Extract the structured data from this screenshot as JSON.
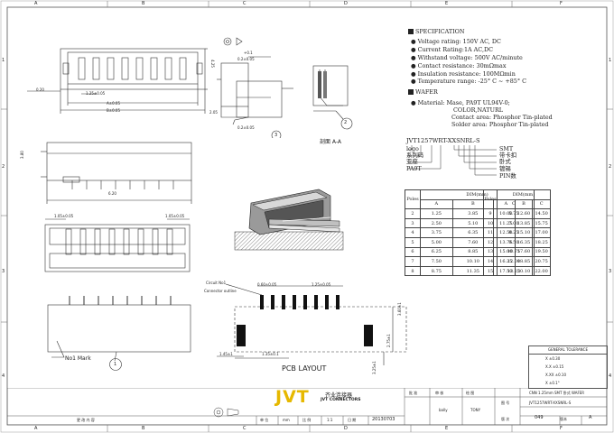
{
  "frame": {
    "col_labels": [
      "A",
      "B",
      "C",
      "D",
      "E",
      "F"
    ],
    "row_labels": [
      "1",
      "2",
      "3",
      "4"
    ]
  },
  "spec": {
    "title": "SPECIFICATION",
    "lines": [
      "Voltage rating: 150V AC, DC",
      "Current Rating:1A AC,DC",
      "Withstand voltage: 500V AC/minute",
      "Contact resistance: 30mΩmax",
      "Insulation resistance: 100MΩmin",
      "Temperature range: -25° C ~ +85° C"
    ],
    "wafer_title": "WAFER",
    "material_lines": [
      "Material: Mase, PA9T UL94V-0;",
      "COLOR,NATURL",
      "Contact area: Phosphor Tin-plated",
      "Solder area: Phosphor Tin-plated"
    ]
  },
  "part_number": {
    "code": "JVT1257WRT-XXSNRL-S",
    "left_labels": [
      "logo",
      "系列码",
      "亚座",
      "PA9T"
    ],
    "right_labels": [
      "SMT",
      "带卡扣",
      "卧式",
      "镀锡",
      "PIN数"
    ]
  },
  "dim_table": {
    "poles_label": "Poles",
    "dim_label": "DIM(mm)",
    "cols": [
      "A",
      "B",
      "C"
    ],
    "rows_left": [
      [
        "2",
        "1.25",
        "3.85",
        "5.75"
      ],
      [
        "3",
        "2.50",
        "5.10",
        "7.00"
      ],
      [
        "4",
        "3.75",
        "6.35",
        "8.25"
      ],
      [
        "5",
        "5.00",
        "7.60",
        "9.50"
      ],
      [
        "6",
        "6.25",
        "8.85",
        "10.75"
      ],
      [
        "7",
        "7.50",
        "10.10",
        "12.00"
      ],
      [
        "8",
        "8.75",
        "11.35",
        "13.25"
      ]
    ],
    "rows_right": [
      [
        "9",
        "10.00",
        "12.60",
        "14.50"
      ],
      [
        "10",
        "11.25",
        "13.85",
        "15.75"
      ],
      [
        "11",
        "12.50",
        "15.10",
        "17.00"
      ],
      [
        "12",
        "13.75",
        "16.35",
        "18.25"
      ],
      [
        "13",
        "15.00",
        "17.60",
        "19.50"
      ],
      [
        "14",
        "16.25",
        "18.85",
        "20.75"
      ],
      [
        "15",
        "17.50",
        "20.10",
        "22.00"
      ]
    ]
  },
  "annotations": {
    "section": "剖面 A-A",
    "no1_mark": "No1 Mark",
    "circuit_no1": "Circuit No1",
    "connector_outline": "Connector outline",
    "pcb_layout": "PCB LAYOUT",
    "balloon_1": "1",
    "balloon_2": "2",
    "balloon_3": "3",
    "dim_top_view": [
      "1.25±0.05",
      "A±0.05",
      "B±0.05",
      "4.25",
      "0.20"
    ],
    "dim_front": [
      "1.05±0.05",
      "1.05±0.05",
      "6.20",
      "3.80"
    ],
    "dim_pcb": [
      "0.60±0.05",
      "1.25±0.05",
      "1.35±0.1",
      "1.45±1",
      "3.60±1",
      "2.75±1",
      "3.25±1"
    ],
    "side_dims": [
      "0.2±0.05",
      "0.2±0.05",
      "+0.1",
      "2.05"
    ]
  },
  "tolerance": {
    "title": "GENERAL TOLERANCE",
    "rows": [
      "X   ±0.30",
      "X.X   ±0.15",
      "X.XX   ±0.10",
      "X   ±0.1°"
    ]
  },
  "title_block": {
    "logo": "JVT",
    "company_cn": "齐业连接器",
    "company_en": "JVT CONNECTORS",
    "approve": "批 准",
    "review": "审 核",
    "draw": "绘 图",
    "reviewer": "bally",
    "drawer": "TONY",
    "description": "CNN 1.25mm SMT 卧式 WAFER",
    "part": "JVT1257WRT-XXSNRL-S",
    "doc_no_label": "图 号",
    "sheet_label": "版 次",
    "sheet_no": "049",
    "version_label": "版本",
    "version": "A",
    "unit_label": "单 位",
    "unit": "mm",
    "scale_label": "比 例",
    "scale": "1:1",
    "date_label": "日 期",
    "date": "20130703",
    "rev_label": "更 改 内 容"
  }
}
